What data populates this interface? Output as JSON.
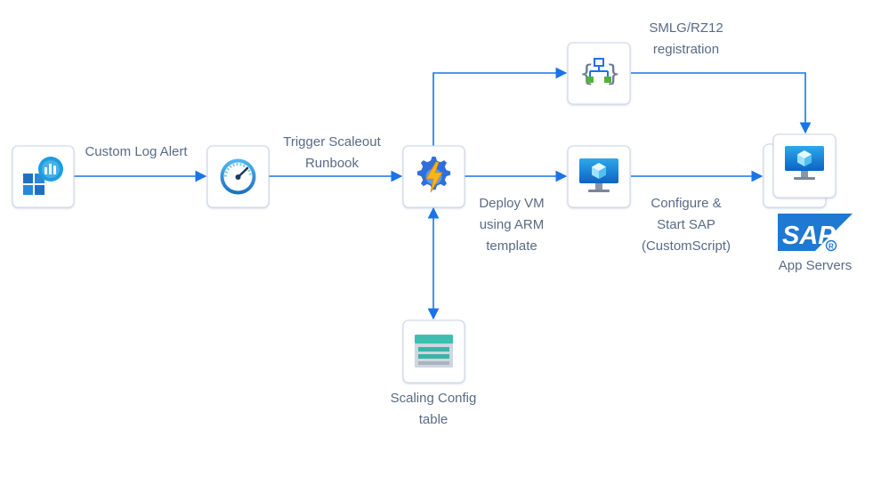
{
  "labels": {
    "custom_log_alert": "Custom Log Alert",
    "trigger_scaleout_line1": "Trigger Scaleout",
    "trigger_scaleout_line2": "Runbook",
    "smlg_line1": "SMLG/RZ12",
    "smlg_line2": "registration",
    "deploy_vm_line1": "Deploy VM",
    "deploy_vm_line2": "using ARM",
    "deploy_vm_line3": "template",
    "configure_line1": "Configure &",
    "configure_line2": "Start SAP",
    "configure_line3": "(CustomScript)",
    "scaling_config_line1": "Scaling Config",
    "scaling_config_line2": "table",
    "app_servers": "App Servers",
    "sap_logo_text": "SAP"
  },
  "icons": {
    "log_analytics": "log-analytics-icon",
    "monitor": "monitor-gauge-icon",
    "automation": "automation-runbook-icon",
    "logic_app": "logic-app-icon",
    "vm_new": "virtual-machine-icon",
    "app_servers_vm": "virtual-machine-stack-icon",
    "storage_table": "storage-table-icon",
    "sap_logo": "sap-logo"
  },
  "colors": {
    "arrow": "#1a73e8",
    "label_text": "#5a6b86",
    "tile_border": "#c9d2e6",
    "sap_blue": "#1f78d1",
    "azure_blue": "#0078d4"
  }
}
